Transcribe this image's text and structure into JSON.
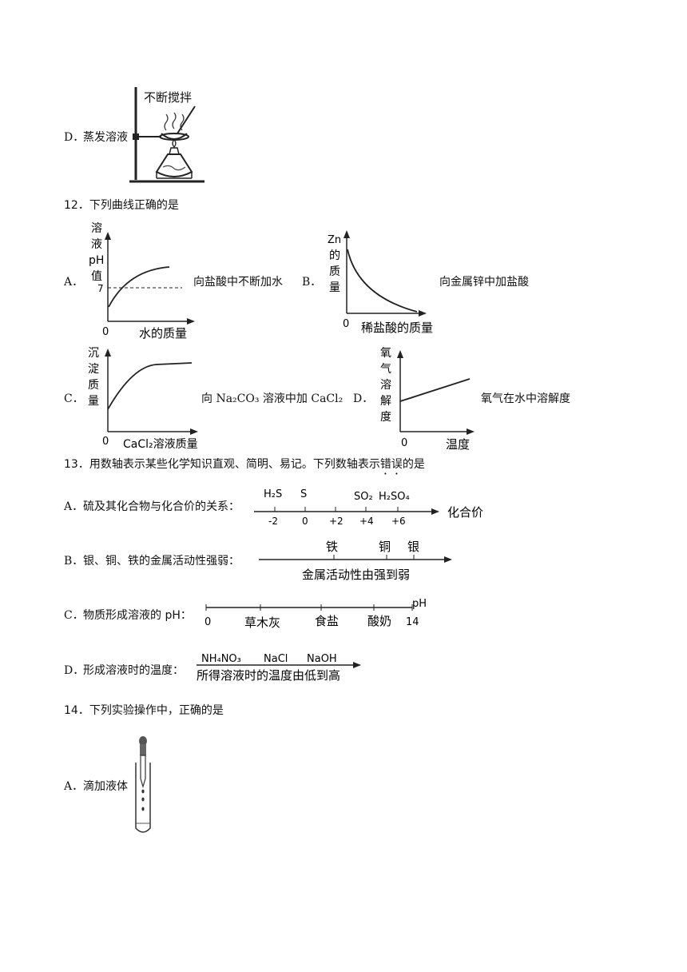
{
  "q11_continued": {
    "option_d": {
      "letter": "D．",
      "text": "蒸发溶液"
    },
    "figure_label": "不断搅拌"
  },
  "q12": {
    "stem": "12．下列曲线正确的是",
    "options": [
      {
        "letter": "A．",
        "caption": "向盐酸中不断加水",
        "ylabel": [
          "溶",
          "液",
          "pH",
          "值"
        ],
        "xlabel": "水的质量",
        "origin": "0",
        "ref_tick": "7"
      },
      {
        "letter": "B．",
        "caption": "向金属锌中加盐酸",
        "ylabel": [
          "Zn",
          "的",
          "质",
          "量"
        ],
        "xlabel": "稀盐酸的质量",
        "origin": "0"
      },
      {
        "letter": "C．",
        "caption": "向 Na₂CO₃ 溶液中加 CaCl₂",
        "ylabel": [
          "沉",
          "淀",
          "质",
          "量"
        ],
        "xlabel": "CaCl₂溶液质量",
        "origin": "0"
      },
      {
        "letter": "D．",
        "caption": "氧气在水中溶解度",
        "ylabel": [
          "氧",
          "气",
          "溶",
          "解",
          "度"
        ],
        "xlabel": "温度",
        "origin": "0"
      }
    ]
  },
  "q13": {
    "stem_before": "13．用数轴表示某些化学知识直观、简明、易记。下列数轴表示",
    "stem_emph": "错误",
    "stem_after": "的是",
    "options": [
      {
        "letter": "A．",
        "text": "硫及其化合物与化合价的关系：",
        "axis_label": "化合价",
        "top_labels": [
          "H₂S",
          "S",
          "SO₂",
          "H₂SO₄"
        ],
        "ticks": [
          "-2",
          "0",
          "+2",
          "+4",
          "+6"
        ]
      },
      {
        "letter": "B．",
        "text": "银、铜、铁的金属活动性强弱：",
        "top_labels": [
          "铁",
          "铜",
          "银"
        ],
        "axis_label": "金属活动性由强到弱"
      },
      {
        "letter": "C．",
        "text": "物质形成溶液的 pH：",
        "labels": [
          "0",
          "草木灰",
          "食盐",
          "酸奶",
          "14"
        ],
        "axis_label": "pH"
      },
      {
        "letter": "D．",
        "text": "形成溶液时的温度：",
        "top_labels": [
          "NH₄NO₃",
          "NaCl",
          "NaOH"
        ],
        "axis_label": "所得溶液时的温度由低到高"
      }
    ]
  },
  "q14": {
    "stem": "14．下列实验操作中，正确的是",
    "option_a": {
      "letter": "A．",
      "text": "滴加液体"
    }
  }
}
